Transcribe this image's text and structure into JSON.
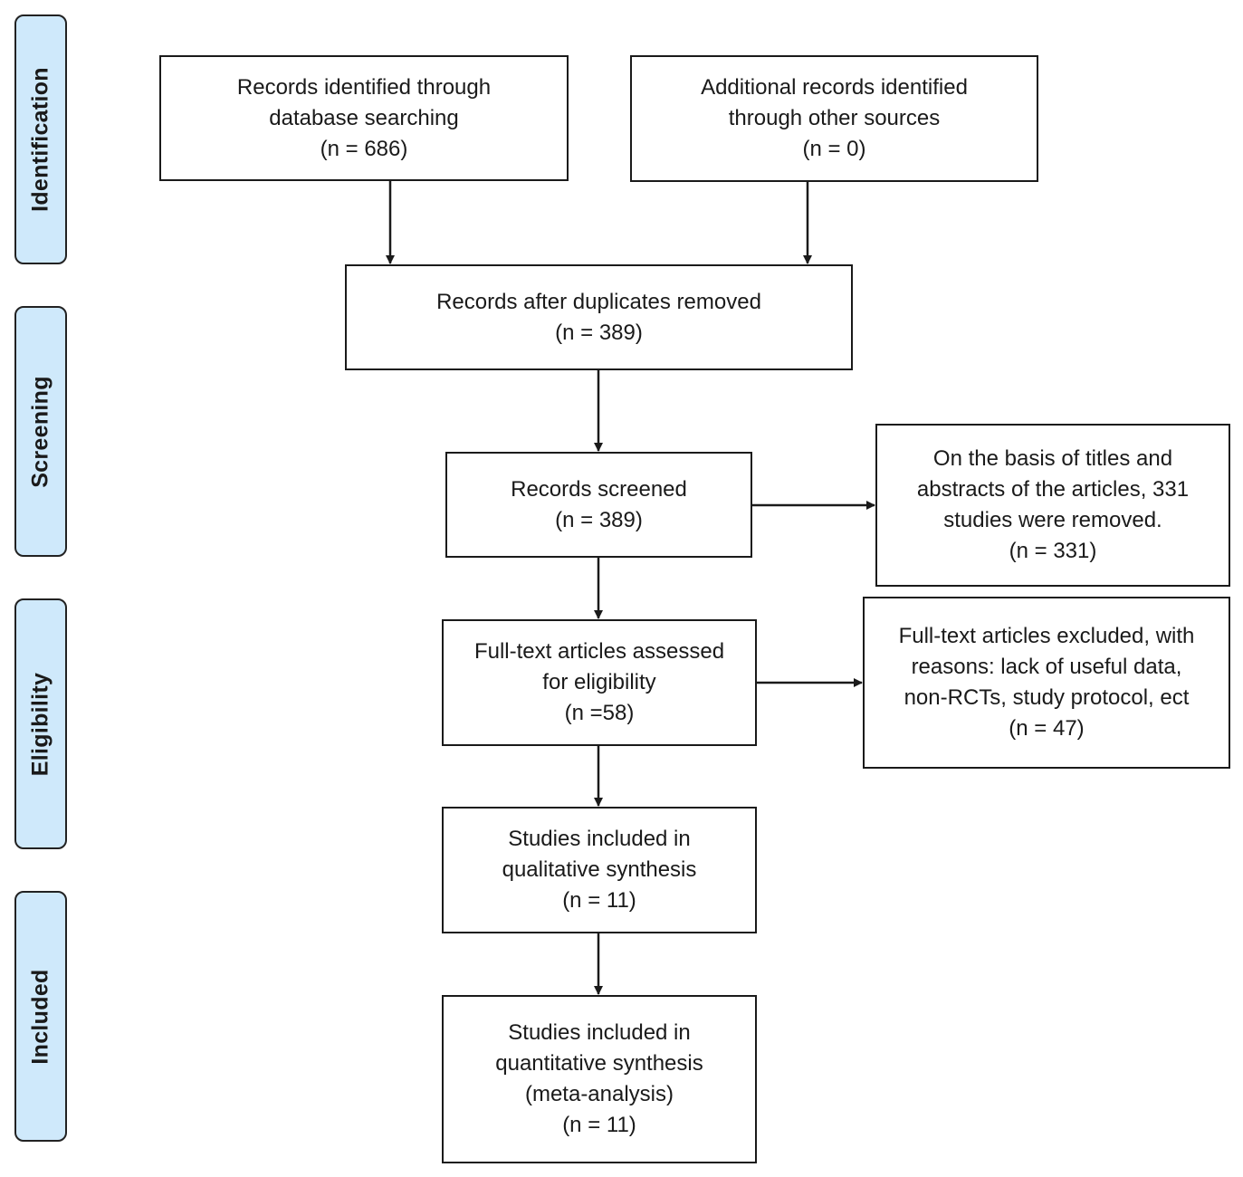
{
  "phases": {
    "identification": "Identification",
    "screening": "Screening",
    "eligibility": "Eligibility",
    "included": "Included"
  },
  "boxes": {
    "database_search": {
      "lines": [
        "Records identified through",
        "database searching",
        "(n = 686)"
      ]
    },
    "other_sources": {
      "lines": [
        "Additional records identified",
        "through other sources",
        "(n = 0)"
      ]
    },
    "duplicates_removed": {
      "lines": [
        "Records after duplicates removed",
        "(n = 389)"
      ]
    },
    "records_screened": {
      "lines": [
        "Records screened",
        "(n = 389)"
      ]
    },
    "records_excluded": {
      "lines": [
        "On the basis of titles and",
        "abstracts of the articles, 331",
        "studies were removed.",
        "(n = 331)"
      ]
    },
    "fulltext_assessed": {
      "lines": [
        "Full-text articles assessed",
        "for eligibility",
        "(n =58)"
      ]
    },
    "fulltext_excluded": {
      "lines": [
        "Full-text articles excluded, with",
        "reasons: lack of useful data,",
        "non-RCTs, study protocol, ect",
        "(n = 47)"
      ]
    },
    "qualitative": {
      "lines": [
        "Studies included in",
        "qualitative synthesis",
        "(n = 11)"
      ]
    },
    "quantitative": {
      "lines": [
        "Studies included in",
        "quantitative synthesis",
        "(meta-analysis)",
        "(n = 11)"
      ]
    }
  }
}
